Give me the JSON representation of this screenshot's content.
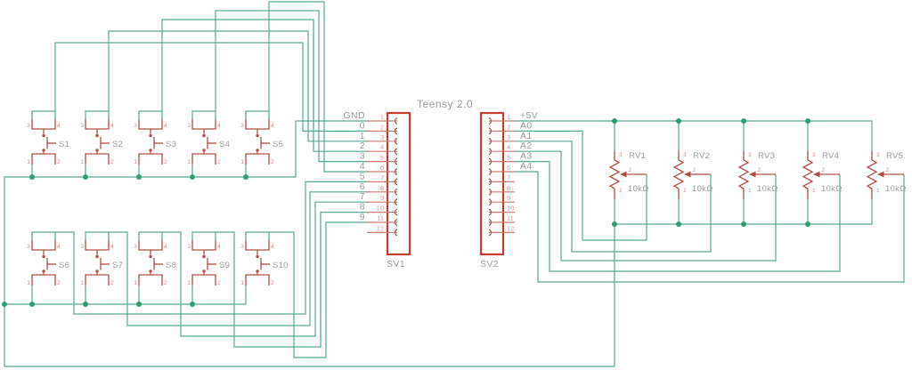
{
  "title": "Teensy 2.0",
  "colors": {
    "wire": "#57a795",
    "junction": "#2d9e6e",
    "connector_red": "#c43c2d",
    "component_red": "#b04d44",
    "stub_red": "#cf7a71",
    "pin_number_text": "#d79b94",
    "label_gray": "#9a9a9a",
    "background": "#ffffff"
  },
  "connectors": {
    "sv1": {
      "name": "SV1",
      "pins": [
        {
          "number": "1",
          "label": "GND"
        },
        {
          "number": "2",
          "label": "0"
        },
        {
          "number": "3",
          "label": "1"
        },
        {
          "number": "4",
          "label": "2"
        },
        {
          "number": "5",
          "label": "3"
        },
        {
          "number": "6",
          "label": "4"
        },
        {
          "number": "7",
          "label": "5"
        },
        {
          "number": "8",
          "label": "6"
        },
        {
          "number": "9",
          "label": "7"
        },
        {
          "number": "10",
          "label": "8"
        },
        {
          "number": "11",
          "label": "9"
        },
        {
          "number": "12",
          "label": ""
        }
      ]
    },
    "sv2": {
      "name": "SV2",
      "pins": [
        {
          "number": "1",
          "label": "+5V"
        },
        {
          "number": "2",
          "label": "A0"
        },
        {
          "number": "3",
          "label": "A1"
        },
        {
          "number": "4",
          "label": "A2"
        },
        {
          "number": "5",
          "label": "A3"
        },
        {
          "number": "6",
          "label": "A4"
        },
        {
          "number": "7",
          "label": ""
        },
        {
          "number": "8",
          "label": ""
        },
        {
          "number": "9",
          "label": ""
        },
        {
          "number": "10",
          "label": ""
        },
        {
          "number": "11",
          "label": ""
        },
        {
          "number": "12",
          "label": ""
        }
      ]
    }
  },
  "switch_pins": {
    "p1": "1",
    "p2": "2",
    "p3": "3",
    "p4": "4"
  },
  "switches": [
    {
      "name": "S1"
    },
    {
      "name": "S2"
    },
    {
      "name": "S3"
    },
    {
      "name": "S4"
    },
    {
      "name": "S5"
    },
    {
      "name": "S6"
    },
    {
      "name": "S7"
    },
    {
      "name": "S8"
    },
    {
      "name": "S9"
    },
    {
      "name": "S10"
    }
  ],
  "pot_pins": {
    "p1": "1",
    "p2": "2",
    "p3": "3"
  },
  "pots": [
    {
      "name": "RV1",
      "value": "10kΩ"
    },
    {
      "name": "RV2",
      "value": "10kΩ"
    },
    {
      "name": "RV3",
      "value": "10kΩ"
    },
    {
      "name": "RV4",
      "value": "10kΩ"
    },
    {
      "name": "RV5",
      "value": "10kΩ"
    }
  ]
}
